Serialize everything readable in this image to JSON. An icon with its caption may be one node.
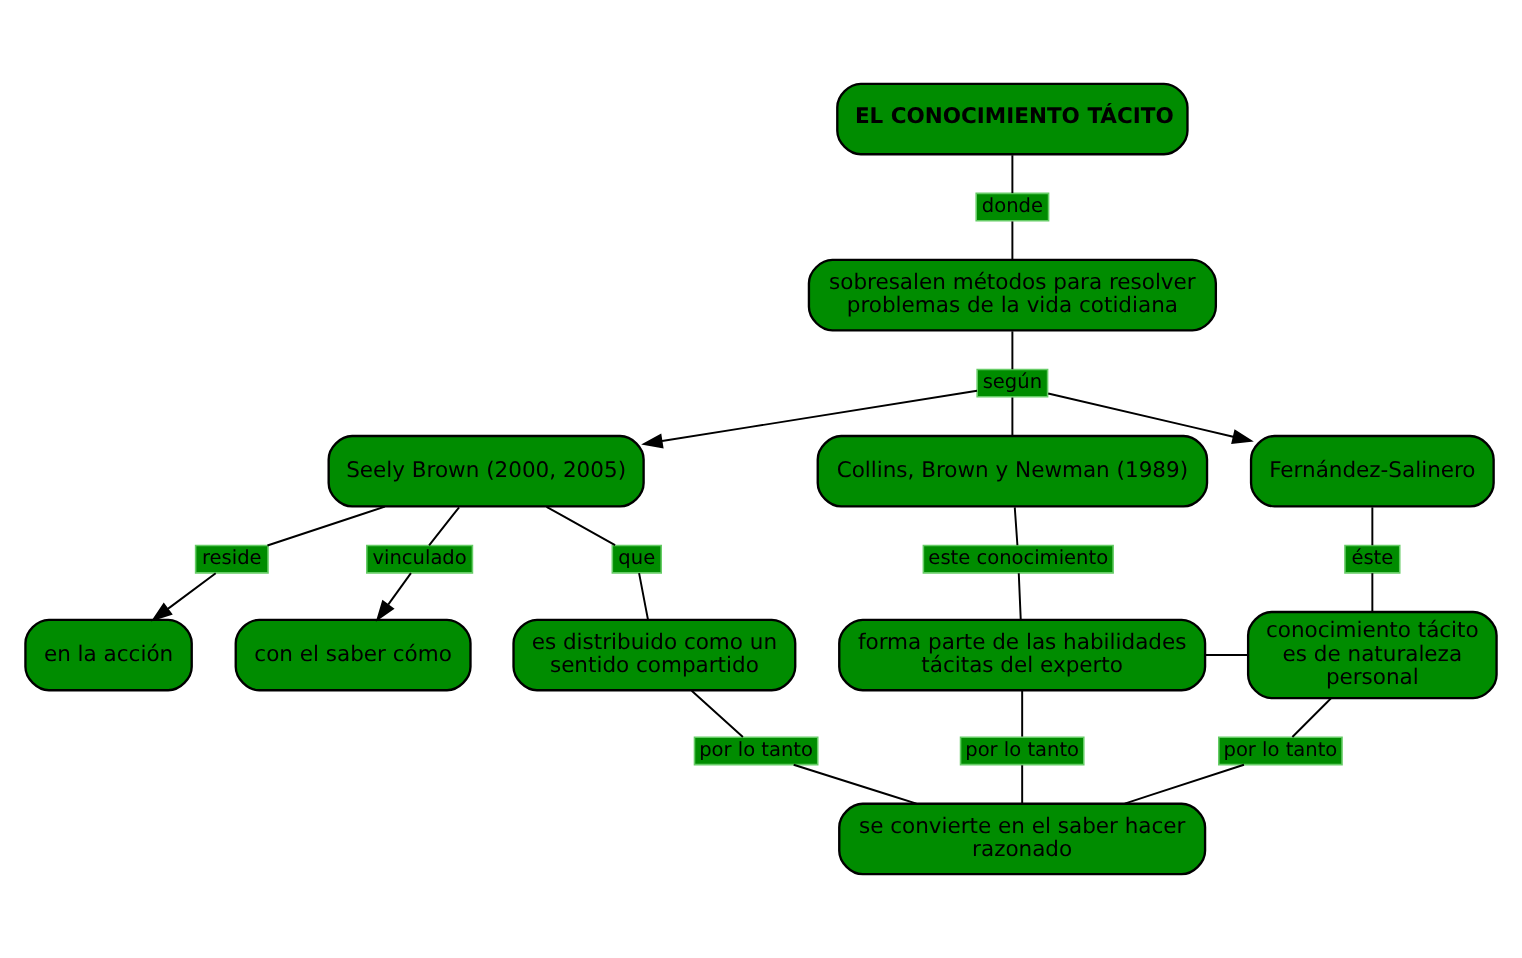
{
  "diagram": {
    "nodes": [
      {
        "text": [
          "EL CONOCIMIENTO TÁCITO"
        ]
      },
      {
        "text": [
          "donde"
        ]
      },
      {
        "text": [
          "sobresalen métodos para resolver problemas de la vida cotidiana"
        ]
      },
      {
        "text": [
          "según"
        ]
      },
      {
        "text": [
          "en la acción"
        ]
      },
      {
        "text": [
          "reside"
        ]
      },
      {
        "text": [
          "Seely Brown (2000, 2005)"
        ]
      },
      {
        "text": [
          "Collins, Brown y Newman (1989)"
        ]
      },
      {
        "text": [
          "Fernández-Salinero"
        ]
      },
      {
        "text": [
          "vinculado"
        ]
      },
      {
        "text": [
          "con el saber cómo"
        ]
      },
      {
        "text": [
          "que"
        ]
      },
      {
        "text": [
          "este conocimiento"
        ]
      },
      {
        "text": [
          "éste"
        ]
      },
      {
        "text": [
          "es distribuido como un sentido compartido"
        ]
      },
      {
        "text": [
          "forma parte de las habilidades tácitas del experto"
        ]
      },
      {
        "text": [
          "conocimiento tácito es de naturaleza personal"
        ]
      },
      {
        "text": [
          "por lo tanto"
        ]
      },
      {
        "text": [
          "por lo tanto"
        ]
      },
      {
        "text": [
          "por lo tanto"
        ]
      },
      {
        "text": [
          "se convierte en el saber hacer razonado"
        ]
      }
    ],
    "edges": [
      {
        "from": 0,
        "to": 1,
        "arrow": "none"
      },
      {
        "from": 1,
        "to": 2,
        "arrow": "none"
      },
      {
        "from": 2,
        "to": 3,
        "arrow": "none"
      },
      {
        "from": 3,
        "to": 6,
        "arrow": "to"
      },
      {
        "from": 3,
        "to": 7,
        "arrow": "none"
      },
      {
        "from": 3,
        "to": 8,
        "arrow": "to"
      },
      {
        "from": 6,
        "to": 5,
        "arrow": "none"
      },
      {
        "from": 5,
        "to": 4,
        "arrow": "to"
      },
      {
        "from": 6,
        "to": 9,
        "arrow": "none"
      },
      {
        "from": 9,
        "to": 10,
        "arrow": "to"
      },
      {
        "from": 6,
        "to": 11,
        "arrow": "none"
      },
      {
        "from": 11,
        "to": 14,
        "arrow": "none"
      },
      {
        "from": 7,
        "to": 12,
        "arrow": "none"
      },
      {
        "from": 12,
        "to": 15,
        "arrow": "none"
      },
      {
        "from": 8,
        "to": 13,
        "arrow": "none"
      },
      {
        "from": 13,
        "to": 16,
        "arrow": "none"
      },
      {
        "from": 15,
        "to": 16,
        "arrow": "none"
      },
      {
        "from": 14,
        "to": 17,
        "arrow": "none"
      },
      {
        "from": 17,
        "to": 20,
        "arrow": "none"
      },
      {
        "from": 15,
        "to": 18,
        "arrow": "none"
      },
      {
        "from": 18,
        "to": 20,
        "arrow": "none"
      },
      {
        "from": 16,
        "to": 19,
        "arrow": "none"
      },
      {
        "from": 19,
        "to": 20,
        "arrow": "none"
      }
    ]
  }
}
